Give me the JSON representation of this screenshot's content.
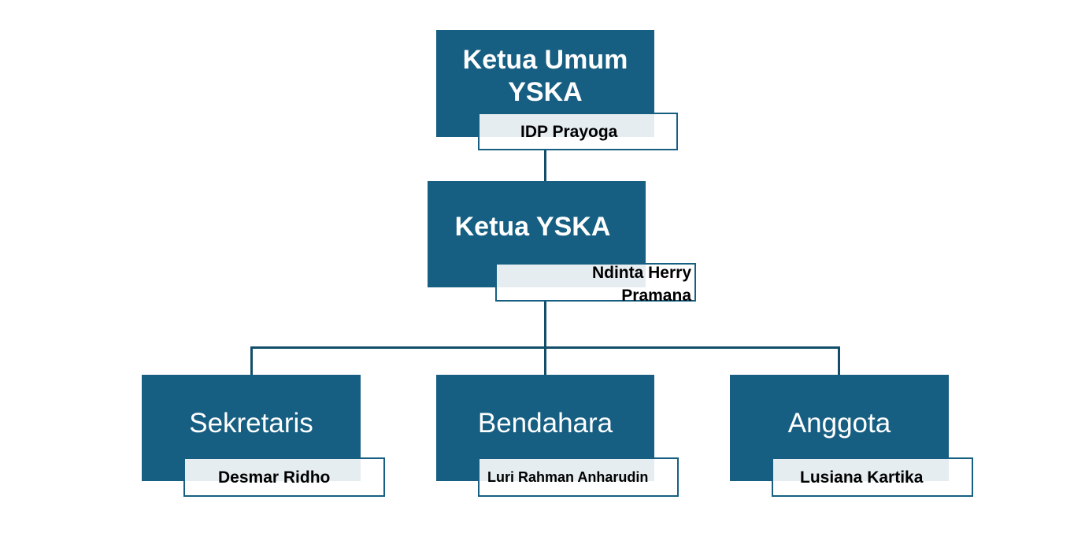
{
  "diagram": {
    "type": "organization-chart",
    "colors": {
      "role_box": "#175f82",
      "connector": "#124e6b",
      "name_box_border": "#175f82",
      "name_box_fill": "#e6edf1",
      "role_text": "#ffffff",
      "name_text": "#000000"
    },
    "nodes": {
      "ketua_umum": {
        "title_line1": "Ketua Umum",
        "title_line2": "YSKA",
        "name": "IDP Prayoga"
      },
      "ketua": {
        "title": "Ketua YSKA",
        "name_line1": "Ndinta Herry",
        "name_line2": "Pramana"
      },
      "sekretaris": {
        "title": "Sekretaris",
        "name": "Desmar Ridho"
      },
      "bendahara": {
        "title": "Bendahara",
        "name": "Luri Rahman Anharudin"
      },
      "anggota": {
        "title": "Anggota",
        "name": "Lusiana Kartika"
      }
    },
    "edges": [
      [
        "ketua_umum",
        "ketua"
      ],
      [
        "ketua",
        "sekretaris"
      ],
      [
        "ketua",
        "bendahara"
      ],
      [
        "ketua",
        "anggota"
      ]
    ]
  }
}
